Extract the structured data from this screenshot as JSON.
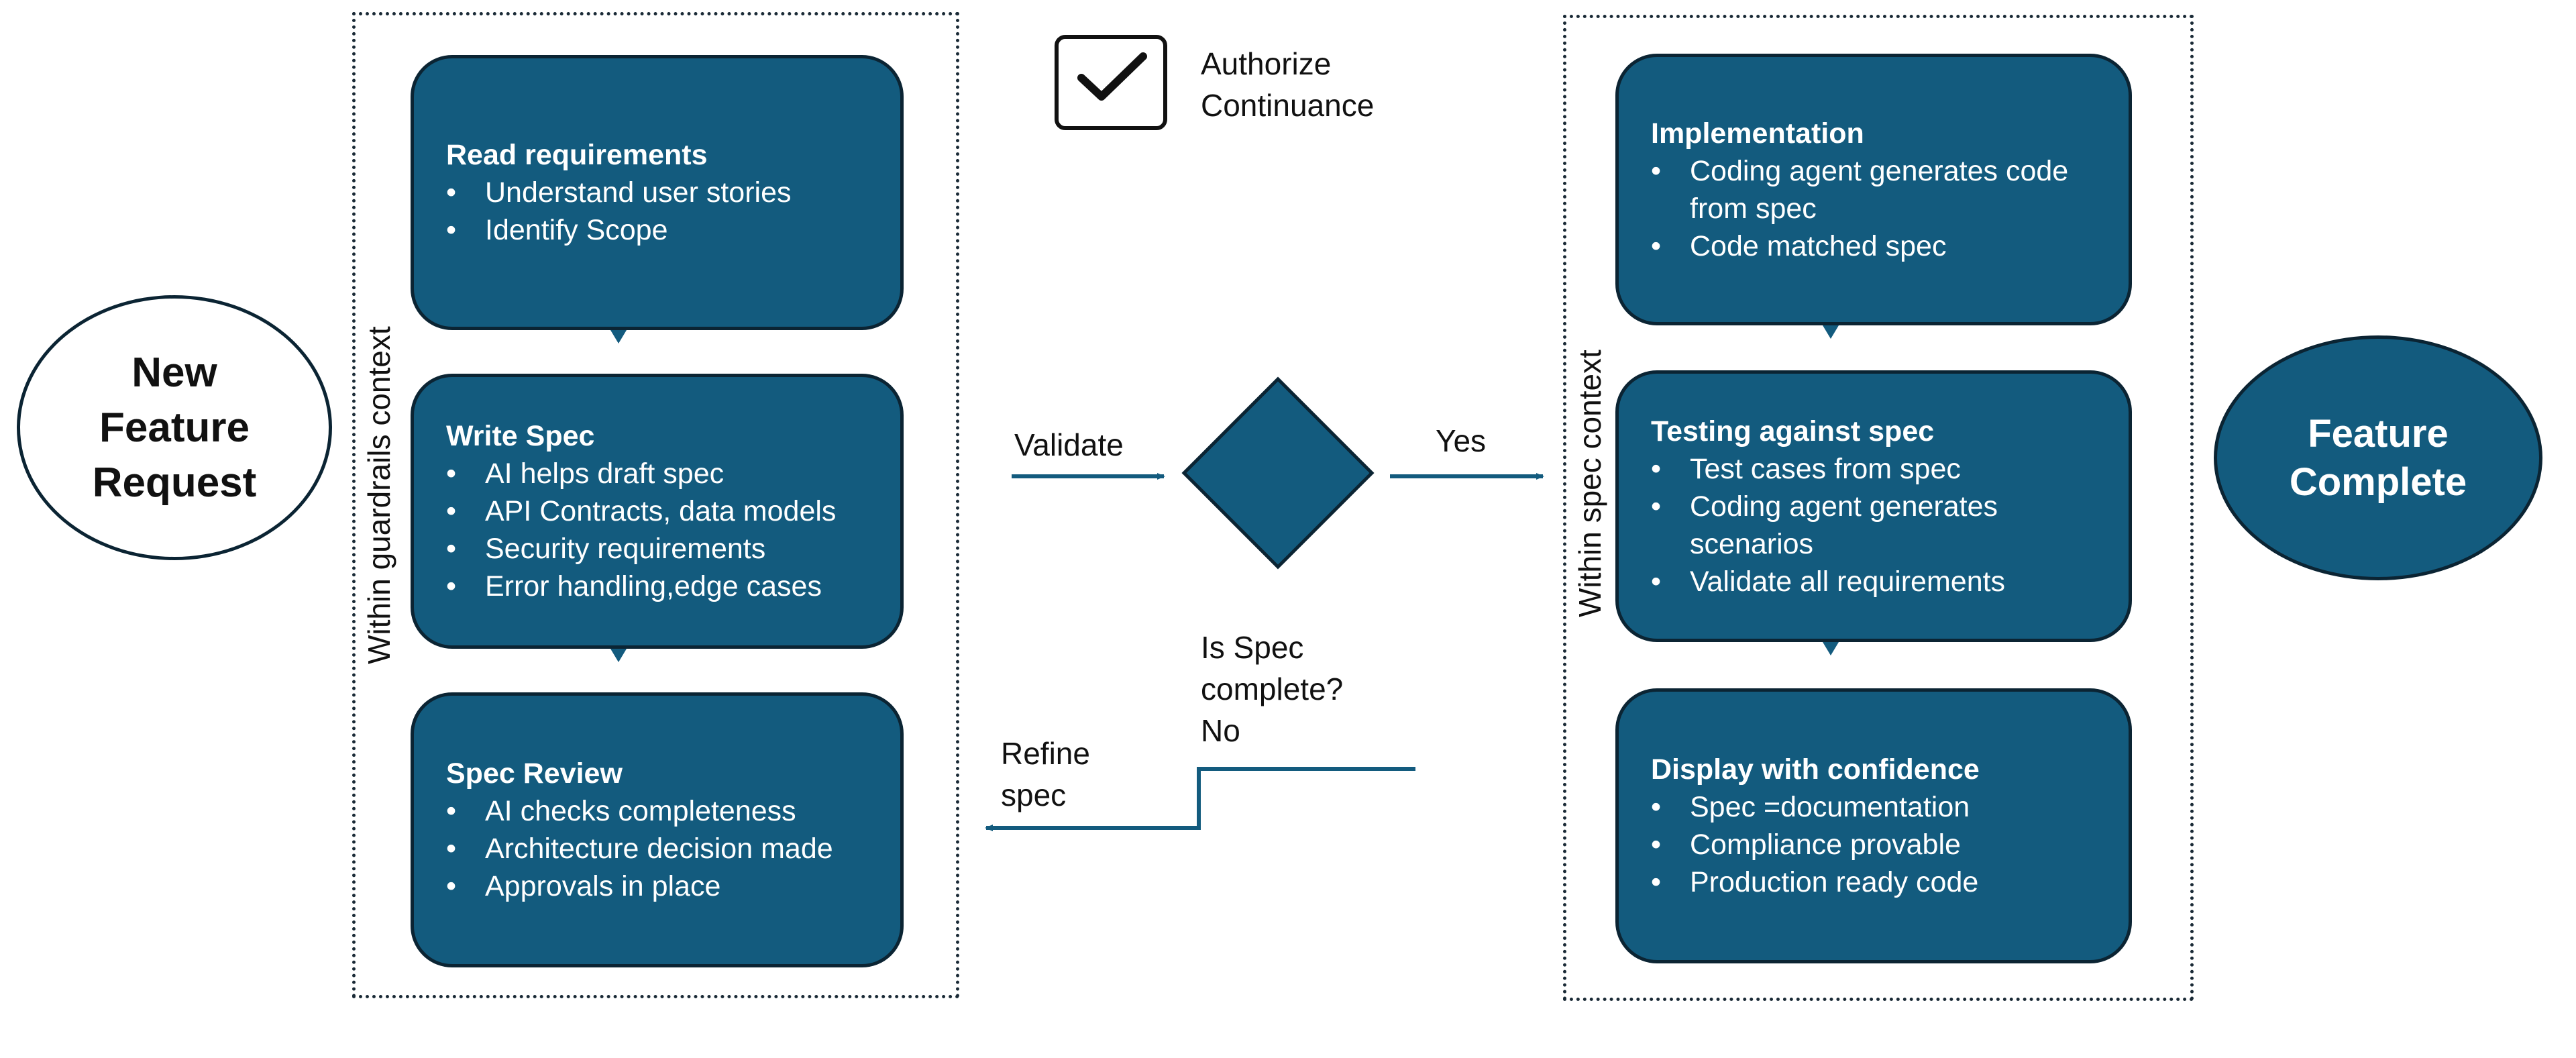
{
  "colors": {
    "accent": "#135b7e",
    "outline": "#0b2433",
    "text_dark": "#111111",
    "text_light": "#ffffff"
  },
  "start": {
    "label": "New\nFeature\nRequest"
  },
  "end": {
    "label": "Feature\nComplete"
  },
  "left_group": {
    "label": "Within guardrails context",
    "boxes": [
      {
        "title": "Read requirements",
        "bullets": [
          "Understand user stories",
          "Identify Scope"
        ]
      },
      {
        "title": "Write Spec",
        "bullets": [
          "AI helps draft spec",
          "API Contracts, data models",
          "Security requirements",
          "Error handling,edge cases"
        ]
      },
      {
        "title": "Spec Review",
        "bullets": [
          "AI checks completeness",
          "Architecture decision made",
          "Approvals in place"
        ]
      }
    ]
  },
  "right_group": {
    "label": "Within spec context",
    "boxes": [
      {
        "title": "Implementation",
        "bullets": [
          "Coding agent generates code from spec",
          "Code matched spec"
        ]
      },
      {
        "title": "Testing against spec",
        "bullets": [
          "Test cases from spec",
          "Coding agent generates scenarios",
          "Validate all requirements"
        ]
      },
      {
        "title": "Display with confidence",
        "bullets": [
          "Spec =documentation",
          "Compliance provable",
          "Production ready code"
        ]
      }
    ]
  },
  "legend": {
    "icon": "checkbox-check-icon",
    "label_line1": "Authorize",
    "label_line2": "Continuance"
  },
  "edges": {
    "validate": "Validate",
    "yes": "Yes",
    "question_line1": "Is Spec",
    "question_line2": "complete?",
    "no": "No",
    "refine_line1": "Refine",
    "refine_line2": "spec"
  }
}
